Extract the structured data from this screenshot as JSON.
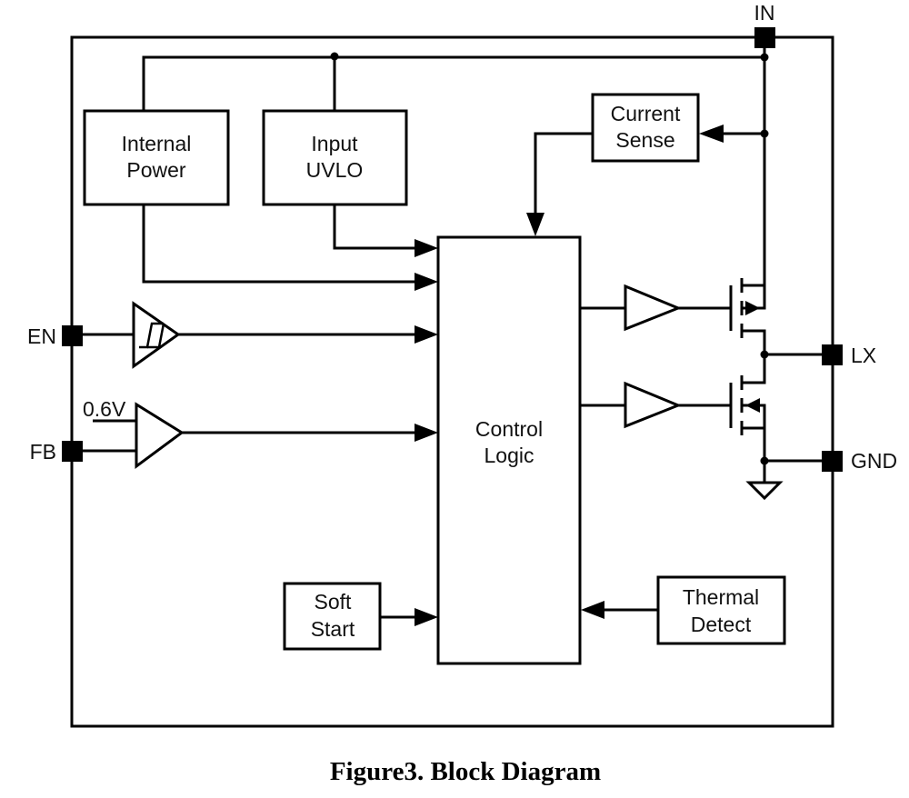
{
  "caption": "Figure3. Block Diagram",
  "pins": {
    "in": "IN",
    "en": "EN",
    "fb": "FB",
    "lx": "LX",
    "gnd": "GND"
  },
  "blocks": {
    "internal_power": [
      "Internal",
      "Power"
    ],
    "input_uvlo": [
      "Input",
      "UVLO"
    ],
    "current_sense": [
      "Current",
      "Sense"
    ],
    "control_logic": [
      "Control",
      "Logic"
    ],
    "soft_start": [
      "Soft",
      "Start"
    ],
    "thermal_detect": [
      "Thermal",
      "Detect"
    ]
  },
  "reference_voltage": "0.6V"
}
